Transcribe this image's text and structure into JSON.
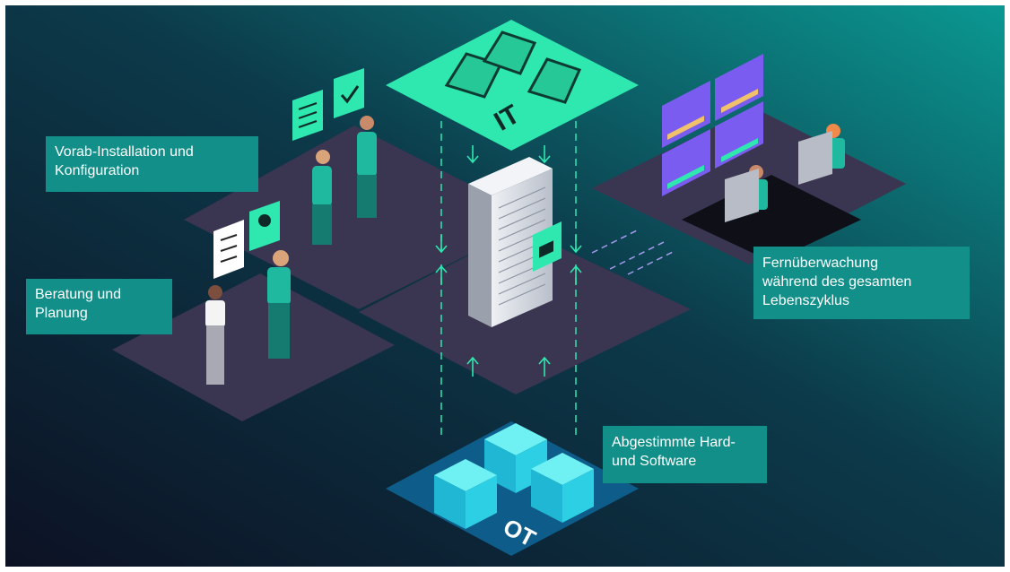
{
  "colors": {
    "background_dark": "#0d1b33",
    "background_teal": "#0b8f8f",
    "accent_mint": "#2ee8b0",
    "accent_teal_label": "#138f89",
    "platform_purple": "#3a3550",
    "ot_cube": "#28c7dd",
    "server": "#d7dbe2",
    "dashboard_purple": "#7a5cf0"
  },
  "platforms": {
    "it_label": "IT",
    "ot_label": "OT"
  },
  "labels": {
    "vorab": [
      "Vorab-Installation und",
      "Konfiguration"
    ],
    "beratung": [
      "Beratung und",
      "Planung"
    ],
    "fernueberwachung": [
      "Fernüberwachung",
      "während des gesamten",
      "Lebenszyklus"
    ],
    "abgestimmte": [
      "Abgestimmte Hard-",
      "und Software"
    ]
  },
  "icons": [
    "laptop-icon",
    "server-rack-icon",
    "cube-gear-icon",
    "checkmark-icon",
    "sliders-icon",
    "checklist-icon",
    "lightbulb-icon",
    "dashboard-icon",
    "person-icon",
    "monitor-icon"
  ]
}
